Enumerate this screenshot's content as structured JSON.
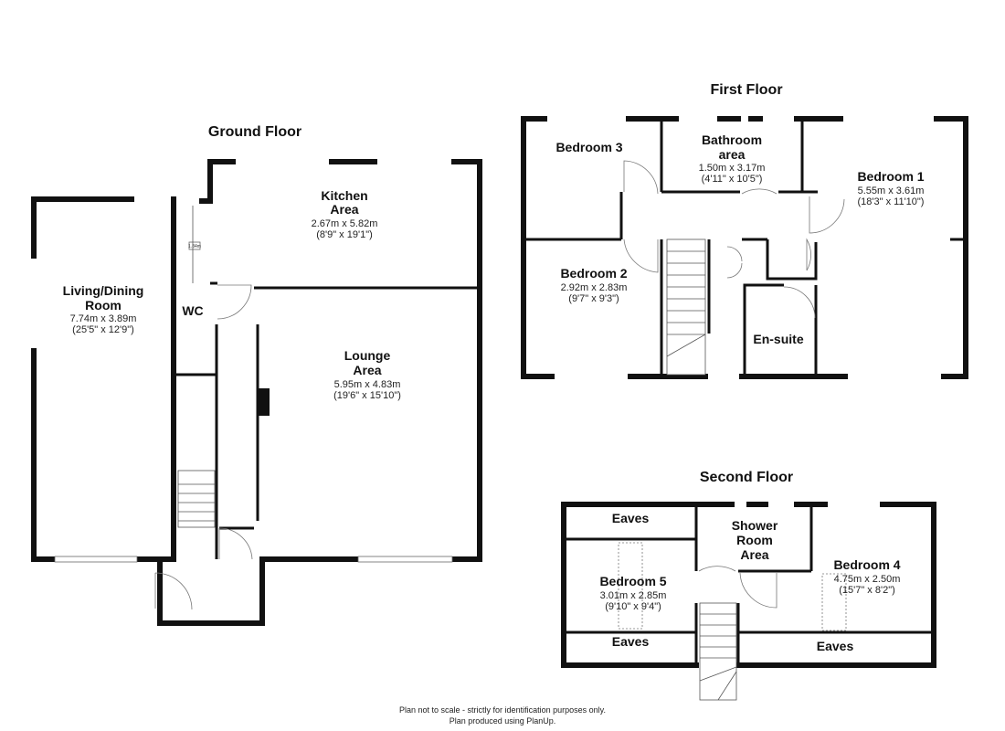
{
  "floors": {
    "ground": {
      "title": "Ground Floor",
      "rooms": [
        {
          "name_line1": "Kitchen",
          "name_line2": "Area",
          "dim_m": "2.67m x 5.82m",
          "dim_ft": "(8'9\" x 19'1\")"
        },
        {
          "name_line1": "Living/Dining",
          "name_line2": "Room",
          "dim_m": "7.74m x 3.89m",
          "dim_ft": "(25'5\" x 12'9\")"
        },
        {
          "name_line1": "Lounge",
          "name_line2": "Area",
          "dim_m": "5.95m x 4.83m",
          "dim_ft": "(19'6\" x 15'10\")"
        }
      ],
      "wc_label": "WC",
      "measure_label": "1.84m"
    },
    "first": {
      "title": "First Floor",
      "rooms": [
        {
          "name_line1": "Bathroom",
          "name_line2": "area",
          "dim_m": "1.50m x 3.17m",
          "dim_ft": "(4'11\" x 10'5\")"
        },
        {
          "name_line1": "Bedroom 1",
          "dim_m": "5.55m x 3.61m",
          "dim_ft": "(18'3\" x 11'10\")"
        },
        {
          "name_line1": "Bedroom 2",
          "dim_m": "2.92m x 2.83m",
          "dim_ft": "(9'7\" x 9'3\")"
        }
      ],
      "bedroom3_label": "Bedroom 3",
      "ensuite_label": "En-suite"
    },
    "second": {
      "title": "Second Floor",
      "rooms": [
        {
          "name_line1": "Bedroom 5",
          "dim_m": "3.01m x 2.85m",
          "dim_ft": "(9'10\" x 9'4\")"
        },
        {
          "name_line1": "Bedroom 4",
          "dim_m": "4.75m x 2.50m",
          "dim_ft": "(15'7\" x 8'2\")"
        }
      ],
      "shower_line1": "Shower",
      "shower_line2": "Room",
      "shower_line3": "Area",
      "eaves_top": "Eaves",
      "eaves_bottom_left": "Eaves",
      "eaves_bottom_right": "Eaves"
    }
  },
  "footer": {
    "line1": "Plan not to scale - strictly for identification purposes only.",
    "line2": "Plan produced using PlanUp."
  },
  "colors": {
    "wall": "#111111",
    "background": "#ffffff"
  }
}
